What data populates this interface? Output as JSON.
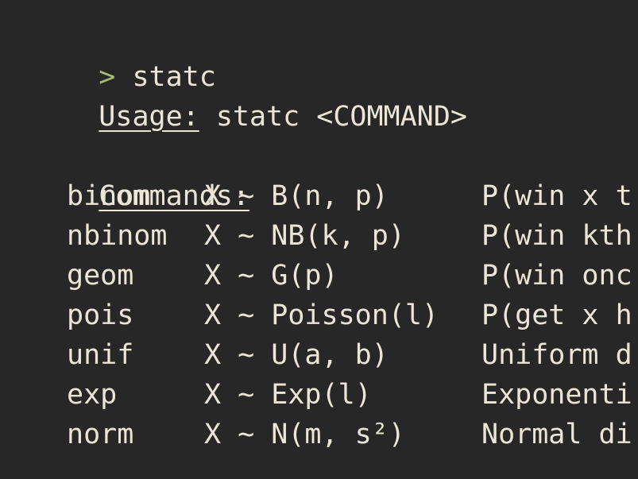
{
  "prompt": {
    "symbol": ">",
    "command": "statc"
  },
  "usage": {
    "label": "Usage:",
    "text": "statc <COMMAND>"
  },
  "commands_header": "Commands:",
  "commands": [
    {
      "name": "binom",
      "dist": "X ~ B(n, p)",
      "desc": "P(win x t"
    },
    {
      "name": "nbinom",
      "dist": "X ~ NB(k, p)",
      "desc": "P(win kth"
    },
    {
      "name": "geom",
      "dist": "X ~ G(p)",
      "desc": "P(win onc"
    },
    {
      "name": "pois",
      "dist": "X ~ Poisson(l)",
      "desc": "P(get x h"
    },
    {
      "name": "unif",
      "dist": "X ~ U(a, b)",
      "desc": "Uniform d"
    },
    {
      "name": "exp",
      "dist": "X ~ Exp(l)",
      "desc": "Exponenti"
    },
    {
      "name": "norm",
      "dist": "X ~ N(m, s²)",
      "desc": "Normal di"
    }
  ],
  "colors": {
    "background": "#272727",
    "text": "#ece6d6",
    "prompt": "#a3be6f"
  }
}
